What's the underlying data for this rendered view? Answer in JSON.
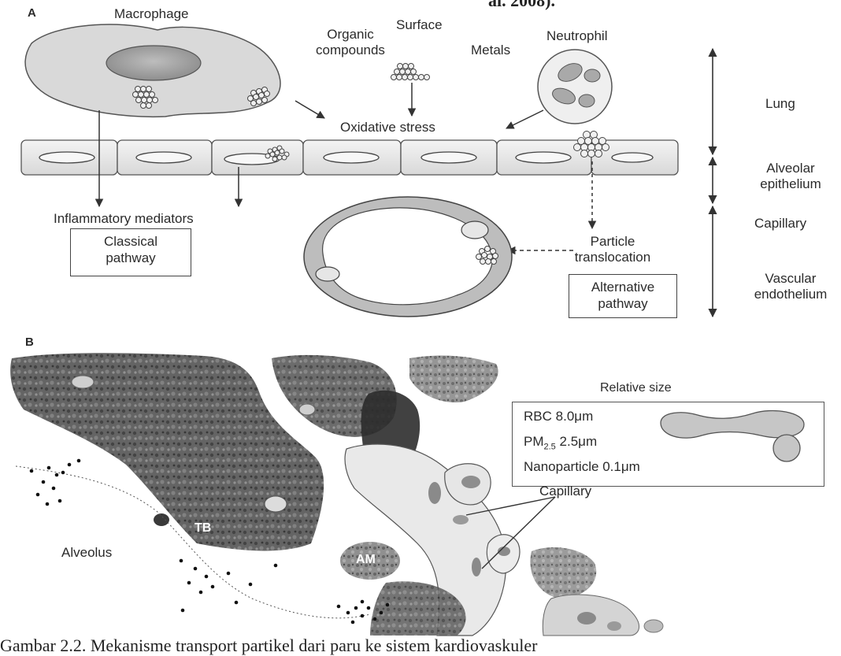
{
  "header_fragment": "al. 2008).",
  "panel_a": {
    "label": "A",
    "macrophage": "Macrophage",
    "organic_line1": "Organic",
    "organic_line2": "compounds",
    "surface": "Surface",
    "metals": "Metals",
    "neutrophil": "Neutrophil",
    "oxidative_stress": "Oxidative stress",
    "inflammatory_mediators": "Inflammatory mediators",
    "classical_line1": "Classical",
    "classical_line2": "pathway",
    "particle_line1": "Particle",
    "particle_line2": "translocation",
    "alternative_line1": "Alternative",
    "alternative_line2": "pathway",
    "scale": {
      "lung": "Lung",
      "alveolar_line1": "Alveolar",
      "alveolar_line2": "epithelium",
      "capillary": "Capillary",
      "vascular_line1": "Vascular",
      "vascular_line2": "endothelium"
    }
  },
  "panel_b": {
    "label": "B",
    "legend_title": "Relative size",
    "legend_rows": [
      {
        "name": "RBC",
        "size": "8.0μm"
      },
      {
        "name": "PM",
        "sub": "2.5",
        "size": "2.5μm"
      },
      {
        "name": "Nanoparticle",
        "size": "0.1μm"
      }
    ],
    "capillary": "Capillary",
    "tb": "TB",
    "alveolus": "Alveolus",
    "am": "AM"
  },
  "caption": "Gambar 2.2. Mekanisme transport partikel dari paru ke sistem kardiovaskuler"
}
